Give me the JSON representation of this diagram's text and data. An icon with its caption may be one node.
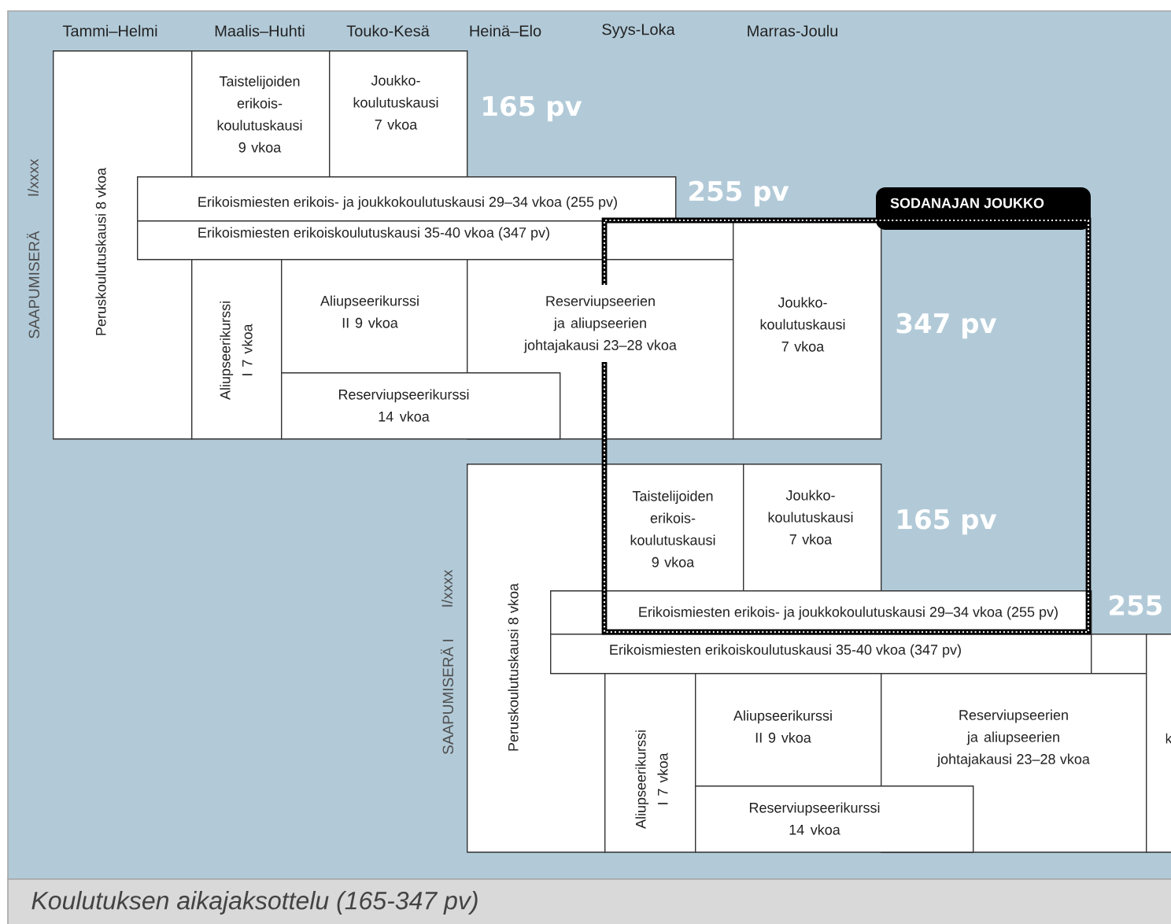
{
  "diagram": {
    "caption": "Koulutuksen aikajaksottelu (165-347 pv)",
    "nodes": [
      {
        "text": [
          "Peruskoulutuskausi 8 vkoa"
        ]
      },
      {
        "text": [
          "Taistelijoiden erikois- koulutuskausi 9 vkoa"
        ]
      },
      {
        "text": [
          "Joukko- koulutuskausi 7 vkoa"
        ]
      },
      {
        "text": [
          "Erikoismiesten erikois- ja joukkokoulutuskausi 29–34 vkoa (255 pv)"
        ]
      },
      {
        "text": [
          "Erikoismiesten erikoiskoulutuskausi 35-40 vkoa (347 pv)"
        ]
      },
      {
        "text": [
          "Aliupseerikurssi I 7 vkoa"
        ]
      },
      {
        "text": [
          "Aliupseerikurssi II 9 vkoa"
        ]
      },
      {
        "text": [
          "Reserviupseerien ja aliupseerien johtajakausi 23–28 vkoa"
        ]
      },
      {
        "text": [
          "Reserviupseerikurssi 14 vkoa"
        ]
      },
      {
        "text": [
          "Joukko- koulutuskausi 7 vkoa"
        ]
      },
      {
        "text": [
          "SODANAJAN JOUKKO"
        ]
      },
      {
        "text": [
          "Peruskoulutuskausi 8 vkoa"
        ]
      },
      {
        "text": [
          "Taistelijoiden erikois- koulutuskausi 9 vkoa"
        ]
      },
      {
        "text": [
          "Joukko- koulutuskausi 7 vkoa"
        ]
      },
      {
        "text": [
          "Erikoismiesten erikois- ja joukkokoulutuskausi 29–34 vkoa (255 pv)"
        ]
      },
      {
        "text": [
          "Erikoismiesten erikoiskoulutuskausi 35-40 vkoa (347 pv)"
        ]
      },
      {
        "text": [],
        "shape": "box"
      },
      {
        "text": [
          "Aliupseerikurssi I 7 vkoa"
        ]
      },
      {
        "text": [
          "Aliupseerikurssi II 9 vkoa"
        ]
      },
      {
        "text": [
          "Reserviupseerien ja aliupseerien johtajakausi 23–28 vkoa"
        ]
      },
      {
        "text": [
          "Reserviupseerikurssi 14 vkoa"
        ]
      },
      {
        "text": [
          "k"
        ]
      }
    ],
    "labels": [
      "Tammi–Helmi",
      "Maalis–Huhti",
      "Touko-Kesä",
      "Heinä–Elo",
      "Syys-Loka",
      "Marras-Joulu",
      "165 pv",
      "I/xxxx",
      "SAAPUMISERÄ",
      "255 pv",
      "347 pv",
      "165 pv",
      "255",
      "I/xxxx",
      "SAAPUMISERÄ I"
    ]
  }
}
